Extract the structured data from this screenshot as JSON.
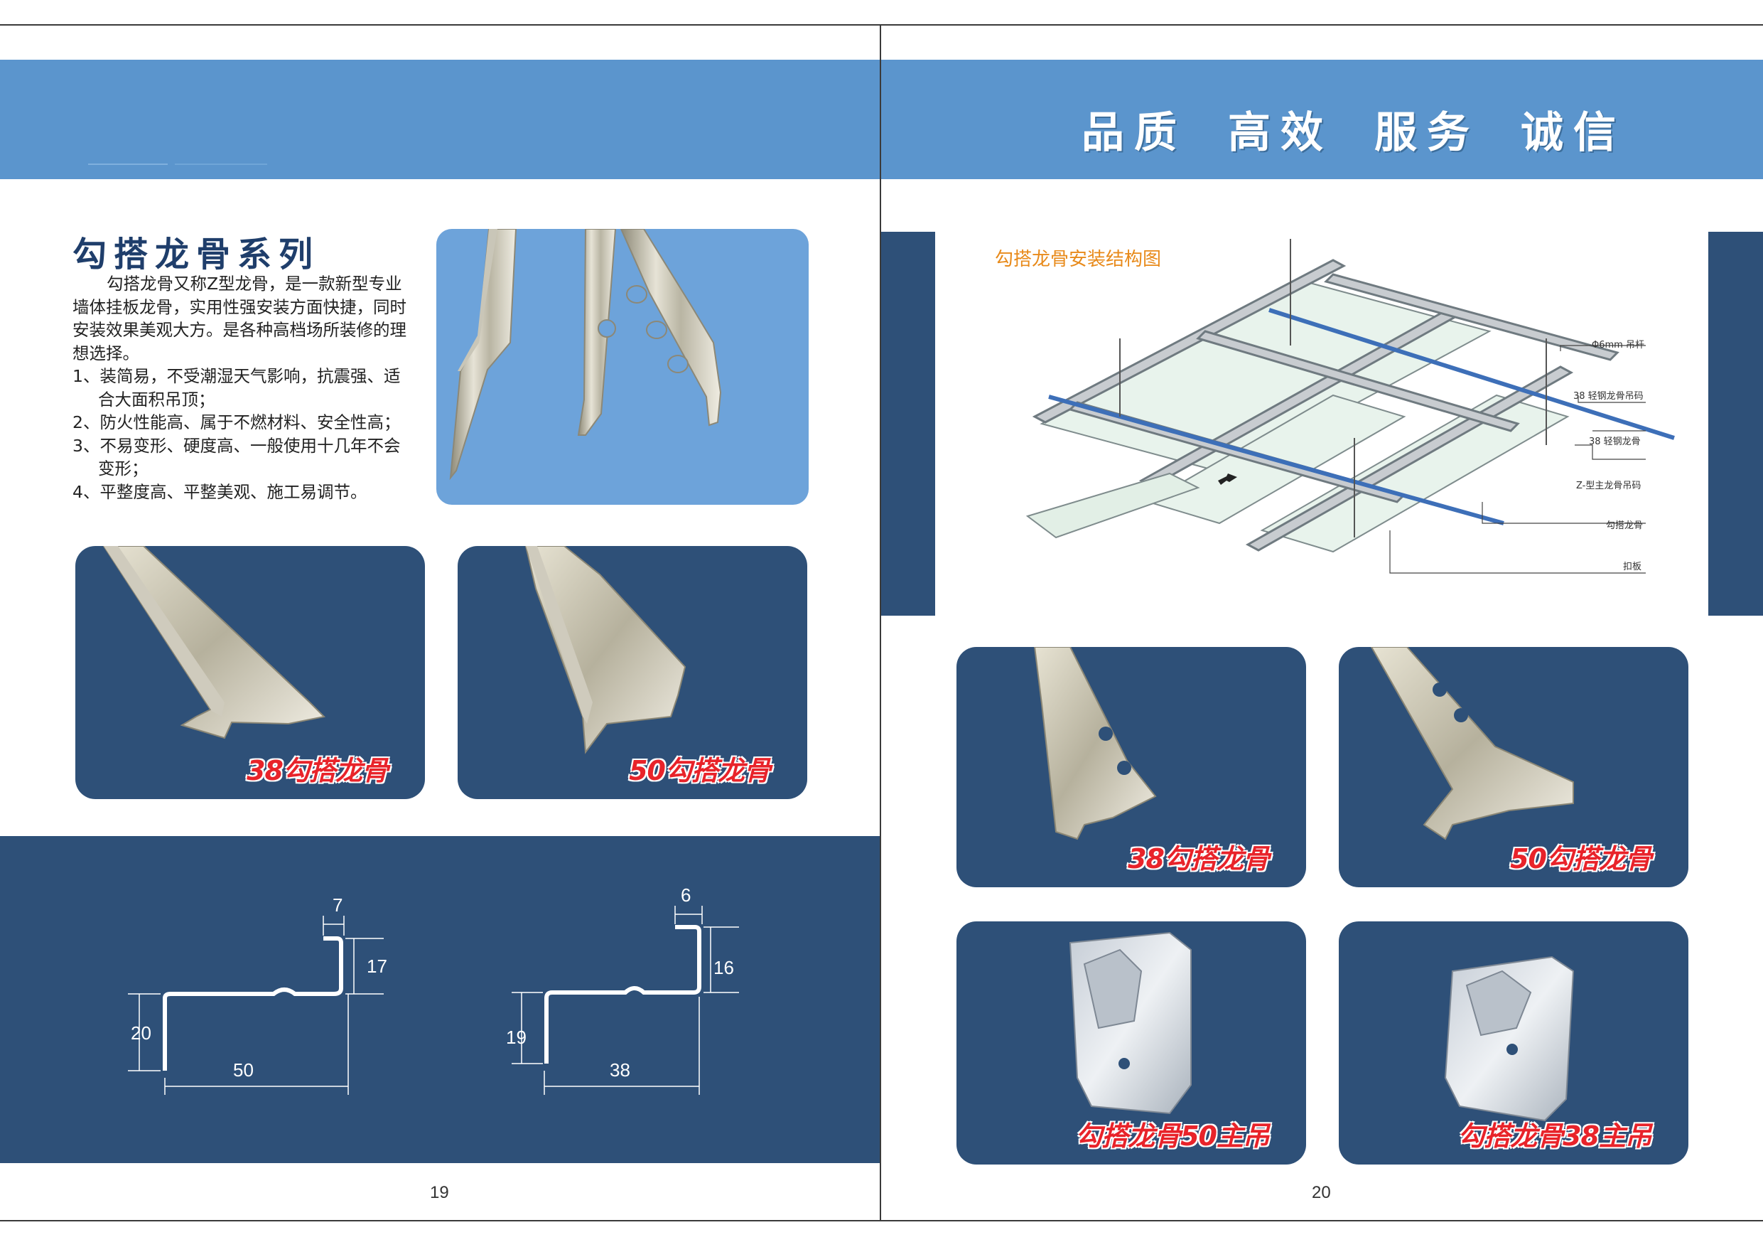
{
  "left_page": {
    "section_title": "勾搭龙骨系列",
    "description": [
      "勾搭龙骨又称Z型龙骨，是一款新型专业",
      "墙体挂板龙骨，实用性强安装方面快捷，同时",
      "安装效果美观大方。是各种高档场所装修的理",
      "想选择。",
      "1、装简易，不受潮湿天气影响，抗震强、适",
      "合大面积吊顶；",
      "2、防火性能高、属于不燃材料、安全性高；",
      "3、不易变形、硬度高、一般使用十几年不会",
      "变形；",
      "4、平整度高、平整美观、施工易调节。"
    ],
    "cards": [
      {
        "label": "38勾搭龙骨"
      },
      {
        "label": "50勾搭龙骨"
      }
    ],
    "drawings": {
      "profile_50": {
        "top": "7",
        "height_right": "17",
        "height_left": "20",
        "width": "50"
      },
      "profile_38": {
        "top": "6",
        "height_right": "16",
        "height_left": "19",
        "width": "38"
      }
    },
    "page_number": "19"
  },
  "right_page": {
    "slogan": [
      "品质",
      "高效",
      "服务",
      "诚信"
    ],
    "diagram": {
      "title": "勾搭龙骨安装结构图",
      "legend": [
        "Φ6mm 吊杆",
        "38 轻钢龙骨吊码",
        "38 轻钢龙骨",
        "Z-型主龙骨吊码",
        "勾搭龙骨",
        "扣板"
      ]
    },
    "cards": [
      {
        "label": "38勾搭龙骨"
      },
      {
        "label": "50勾搭龙骨"
      },
      {
        "label": "勾搭龙骨50主吊"
      },
      {
        "label": "勾搭龙骨38主吊"
      }
    ],
    "page_number": "20"
  },
  "colors": {
    "light_blue": "#5b95cd",
    "dark_blue": "#2e5078",
    "label_red": "#e8232a"
  }
}
